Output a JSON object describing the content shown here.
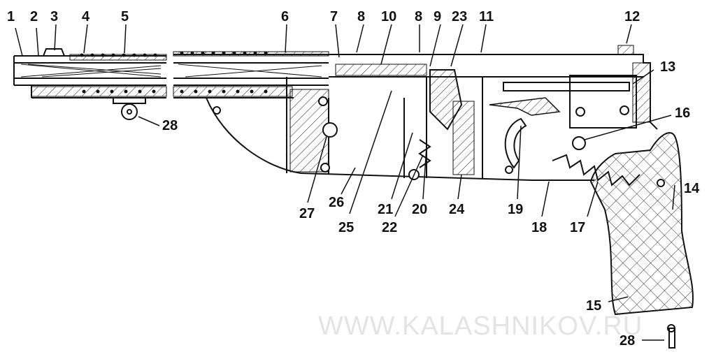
{
  "watermark": "WWW.KALASHNIKOV.RU",
  "callouts": [
    "1",
    "2",
    "3",
    "4",
    "5",
    "6",
    "7",
    "8",
    "10",
    "8",
    "9",
    "23",
    "11",
    "12",
    "13",
    "28",
    "16",
    "14",
    "15",
    "28",
    "27",
    "26",
    "25",
    "21",
    "22",
    "20",
    "24",
    "19",
    "18",
    "17"
  ]
}
